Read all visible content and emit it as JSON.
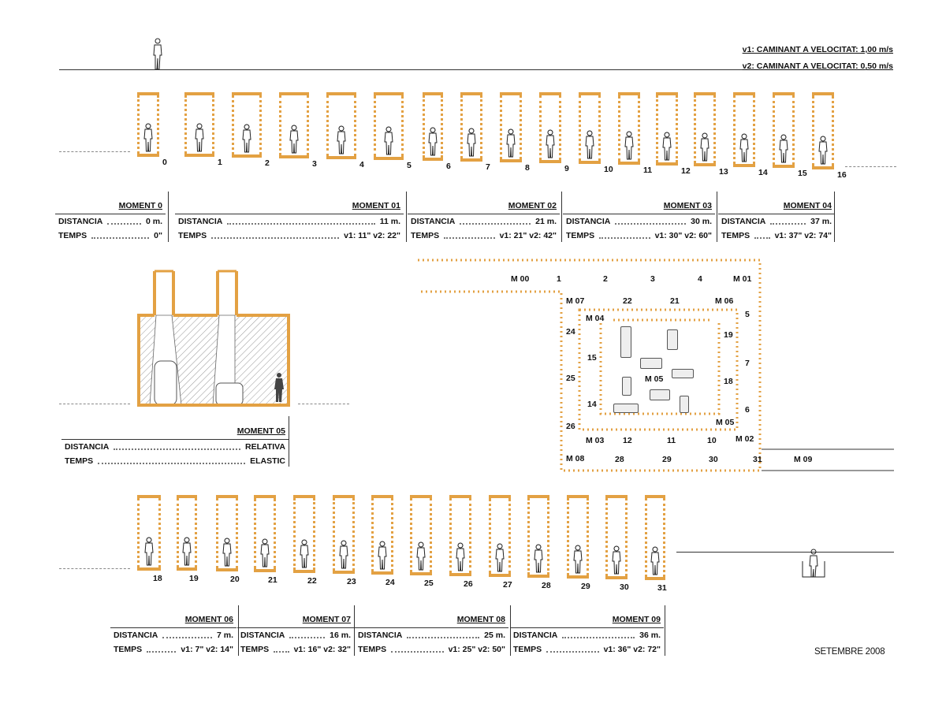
{
  "legend": {
    "v1": "v1: CAMINANT A VELOCITAT: 1,00 m/s",
    "v2": "v2: CAMINANT A VELOCITAT: 0,50 m/s"
  },
  "top_row_numbers": [
    "0",
    "1",
    "2",
    "3",
    "4",
    "5",
    "6",
    "7",
    "8",
    "9",
    "10",
    "11",
    "12",
    "13",
    "14",
    "15",
    "16"
  ],
  "bottom_row_numbers": [
    "18",
    "19",
    "20",
    "21",
    "22",
    "23",
    "24",
    "25",
    "26",
    "27",
    "28",
    "29",
    "30",
    "31"
  ],
  "moments_top": [
    {
      "title": "MOMENT 0",
      "dist_label": "DISTANCIA",
      "dist": "0 m.",
      "temps_label": "TEMPS",
      "temps": "0\""
    },
    {
      "title": "MOMENT 01",
      "dist_label": "DISTANCIA",
      "dist": "11 m.",
      "temps_label": "TEMPS",
      "temps": "v1: 11\" v2: 22\""
    },
    {
      "title": "MOMENT 02",
      "dist_label": "DISTANCIA",
      "dist": "21 m.",
      "temps_label": "TEMPS",
      "temps": "v1: 21\" v2: 42\""
    },
    {
      "title": "MOMENT 03",
      "dist_label": "DISTANCIA",
      "dist": "30 m.",
      "temps_label": "TEMPS",
      "temps": "v1: 30\" v2: 60\""
    },
    {
      "title": "MOMENT 04",
      "dist_label": "DISTANCIA",
      "dist": "37 m.",
      "temps_label": "TEMPS",
      "temps": "v1: 37\" v2: 74\""
    }
  ],
  "moment05": {
    "title": "MOMENT 05",
    "dist_label": "DISTANCIA",
    "dist": "RELATIVA",
    "temps_label": "TEMPS",
    "temps": "ELASTIC"
  },
  "moments_bottom": [
    {
      "title": "MOMENT 06",
      "dist_label": "DISTANCIA",
      "dist": "7 m.",
      "temps_label": "TEMPS",
      "temps": "v1: 7\" v2: 14\""
    },
    {
      "title": "MOMENT 07",
      "dist_label": "DISTANCIA",
      "dist": "16 m.",
      "temps_label": "TEMPS",
      "temps": "v1: 16\" v2: 32\""
    },
    {
      "title": "MOMENT 08",
      "dist_label": "DISTANCIA",
      "dist": "25 m.",
      "temps_label": "TEMPS",
      "temps": "v1: 25\" v2: 50\""
    },
    {
      "title": "MOMENT 09",
      "dist_label": "DISTANCIA",
      "dist": "36 m.",
      "temps_label": "TEMPS",
      "temps": "v1: 36\" v2: 72\""
    }
  ],
  "plan": {
    "m00": "M 00",
    "n1": "1",
    "n2": "2",
    "n3": "3",
    "n4": "4",
    "m01": "M 01",
    "m07": "M 07",
    "n22": "22",
    "n21": "21",
    "m06": "M 06",
    "n5": "5",
    "m04": "M 04",
    "n24": "24",
    "n19": "19",
    "n15": "15",
    "n7": "7",
    "n25": "25",
    "m05c": "M 05",
    "n18": "18",
    "n14": "14",
    "n6": "6",
    "n26": "26",
    "m05b": "M 05",
    "m03": "M 03",
    "n12": "12",
    "n11": "11",
    "n10": "10",
    "m02": "M 02",
    "m08": "M 08",
    "n28": "28",
    "n29": "29",
    "n30": "30",
    "n31": "31",
    "m09": "M 09"
  },
  "date": "SETEMBRE 2008",
  "colors": {
    "accent": "#e3a143",
    "line": "#333333"
  }
}
